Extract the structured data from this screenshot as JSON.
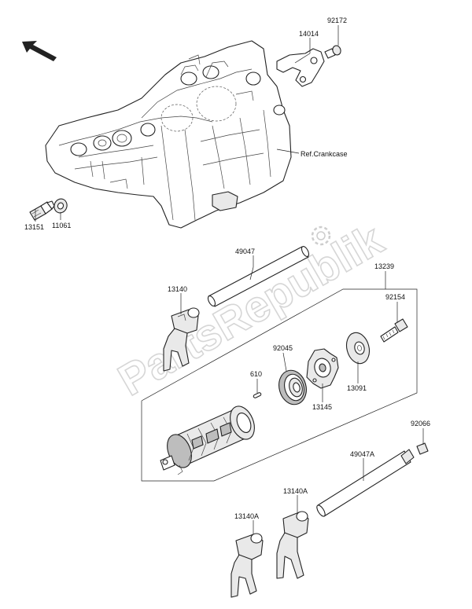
{
  "watermark": "PartsRepublik",
  "labels": {
    "p92172": "92172",
    "p14014": "14014",
    "ref_crankcase": "Ref.Crankcase",
    "p13151": "13151",
    "p11061": "11061",
    "p49047": "49047",
    "p13239": "13239",
    "p13140": "13140",
    "p92154": "92154",
    "p92045": "92045",
    "p610": "610",
    "p13091": "13091",
    "p13145": "13145",
    "p92066": "92066",
    "p49047A": "49047A",
    "p13140A_right": "13140A",
    "p13140A_left": "13140A"
  },
  "icons": {
    "direction_arrow": "front-direction-arrow-icon",
    "watermark_gear": "gear-icon"
  }
}
